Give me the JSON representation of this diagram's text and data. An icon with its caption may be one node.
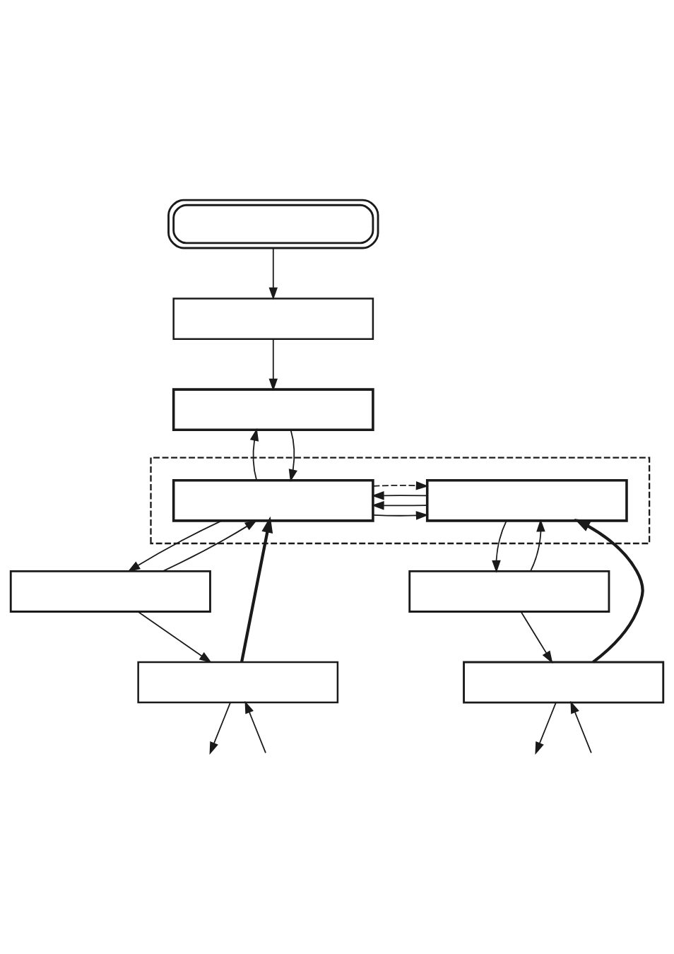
{
  "diagram": {
    "nodes": [
      {
        "text": [],
        "shape": "box"
      },
      {
        "text": [],
        "shape": "box"
      },
      {
        "text": [],
        "shape": "box"
      },
      {
        "text": [],
        "shape": "box"
      },
      {
        "text": [],
        "shape": "box",
        "in": 3
      },
      {
        "text": [],
        "shape": "box",
        "in": 3
      },
      {
        "text": [],
        "shape": "box"
      },
      {
        "text": [],
        "shape": "box"
      },
      {
        "text": [],
        "shape": "box"
      },
      {
        "text": [],
        "shape": "box"
      }
    ],
    "edges": [
      {
        "from": 0,
        "to": 1,
        "arrow": "to"
      },
      {
        "from": 1,
        "to": 2,
        "arrow": "to"
      },
      {
        "from": 2,
        "to": 4,
        "arrow": "to"
      },
      {
        "from": 4,
        "to": 2,
        "arrow": "to"
      },
      {
        "from": 4,
        "to": 5,
        "arrow": "to"
      },
      {
        "from": 5,
        "to": 4,
        "arrow": "to"
      },
      {
        "from": 5,
        "to": 4,
        "arrow": "to"
      },
      {
        "from": 4,
        "to": 5,
        "arrow": "to",
        "style": "dashed"
      },
      {
        "from": 4,
        "to": 6,
        "arrow": "to"
      },
      {
        "from": 6,
        "to": 4,
        "arrow": "to"
      },
      {
        "from": 8,
        "to": 4,
        "arrow": "to",
        "style": "thick"
      },
      {
        "from": 6,
        "to": 8,
        "arrow": "to"
      },
      {
        "from": 5,
        "to": 7,
        "arrow": "to"
      },
      {
        "from": 7,
        "to": 5,
        "arrow": "to"
      },
      {
        "from": 9,
        "to": 5,
        "arrow": "to",
        "style": "thick"
      },
      {
        "from": 7,
        "to": 9,
        "arrow": "to"
      },
      {
        "from": 8,
        "to": null,
        "arrow": "to"
      },
      {
        "from": null,
        "to": 8,
        "arrow": "to"
      },
      {
        "from": 9,
        "to": null,
        "arrow": "to"
      },
      {
        "from": null,
        "to": 9,
        "arrow": "to"
      }
    ]
  }
}
